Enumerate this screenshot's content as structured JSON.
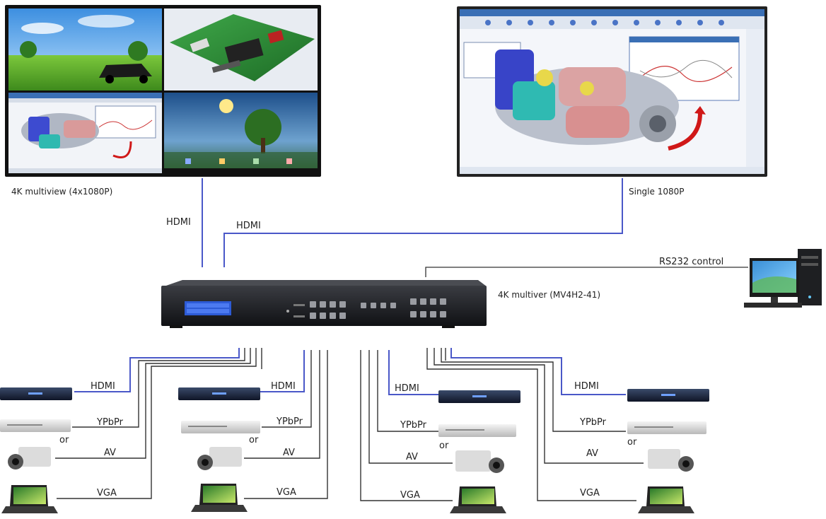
{
  "displays": {
    "multiview_label": "4K multiview (4x1080P)",
    "single_label": "Single 1080P"
  },
  "links": {
    "hdmi": "HDMI",
    "ypbpr": "YPbPr",
    "av": "AV",
    "vga": "VGA",
    "or": "or",
    "rs232": "RS232  control"
  },
  "device": {
    "label": "4K multiver (MV4H2-41)"
  },
  "colors": {
    "hdmi_line": "#4a58c8",
    "other_line": "#333333",
    "device_body": "#1c1d20",
    "lcd": "#2d5bd6"
  }
}
